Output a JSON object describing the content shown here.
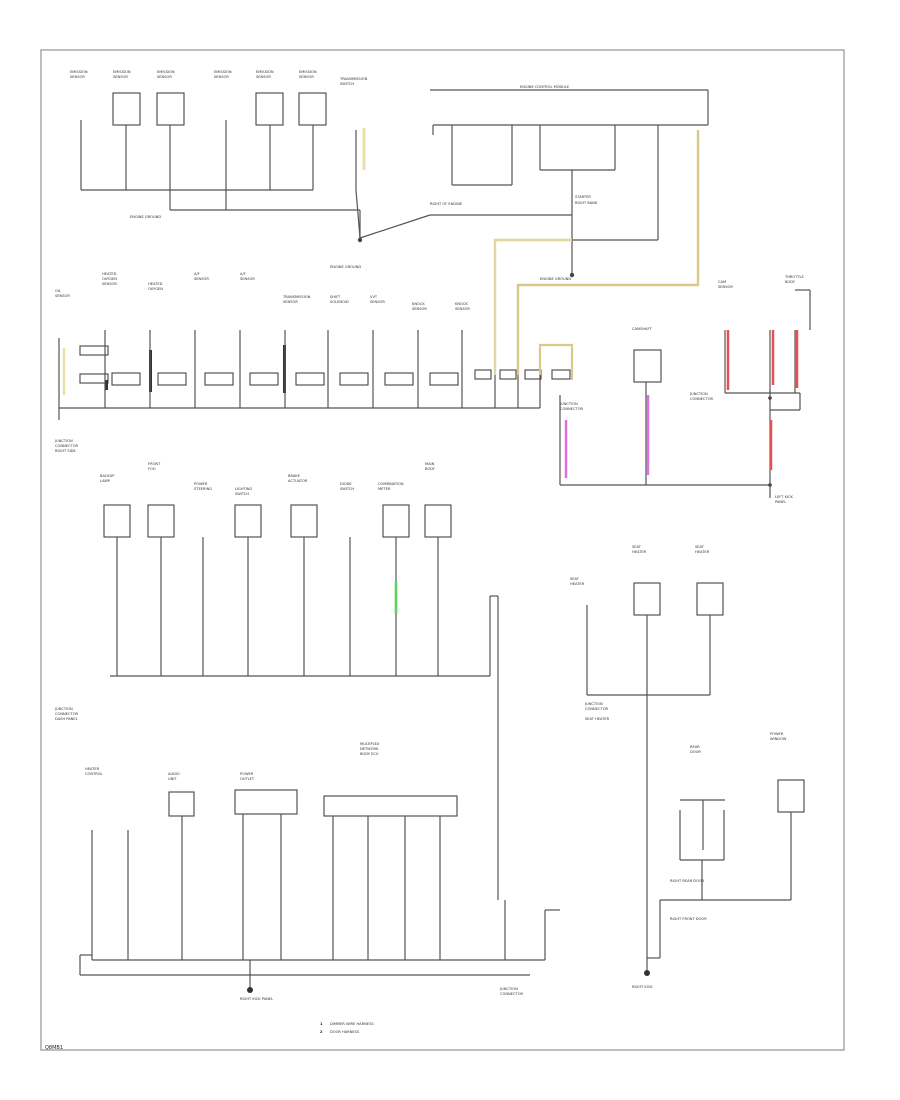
{
  "diagram": {
    "title_code": "Q8MB1",
    "legend": [
      {
        "code": "1",
        "text": "DIMMER WIRE HARNESS"
      },
      {
        "code": "2",
        "text": "DOOR HARNESS"
      }
    ],
    "colors": {
      "frame": "#9a9a9a",
      "wire": "#555555",
      "yellow": "#e8e2a8",
      "olive": "#d8c98a",
      "red": "#e85050",
      "pink": "#e070e0",
      "green": "#60d060"
    }
  }
}
